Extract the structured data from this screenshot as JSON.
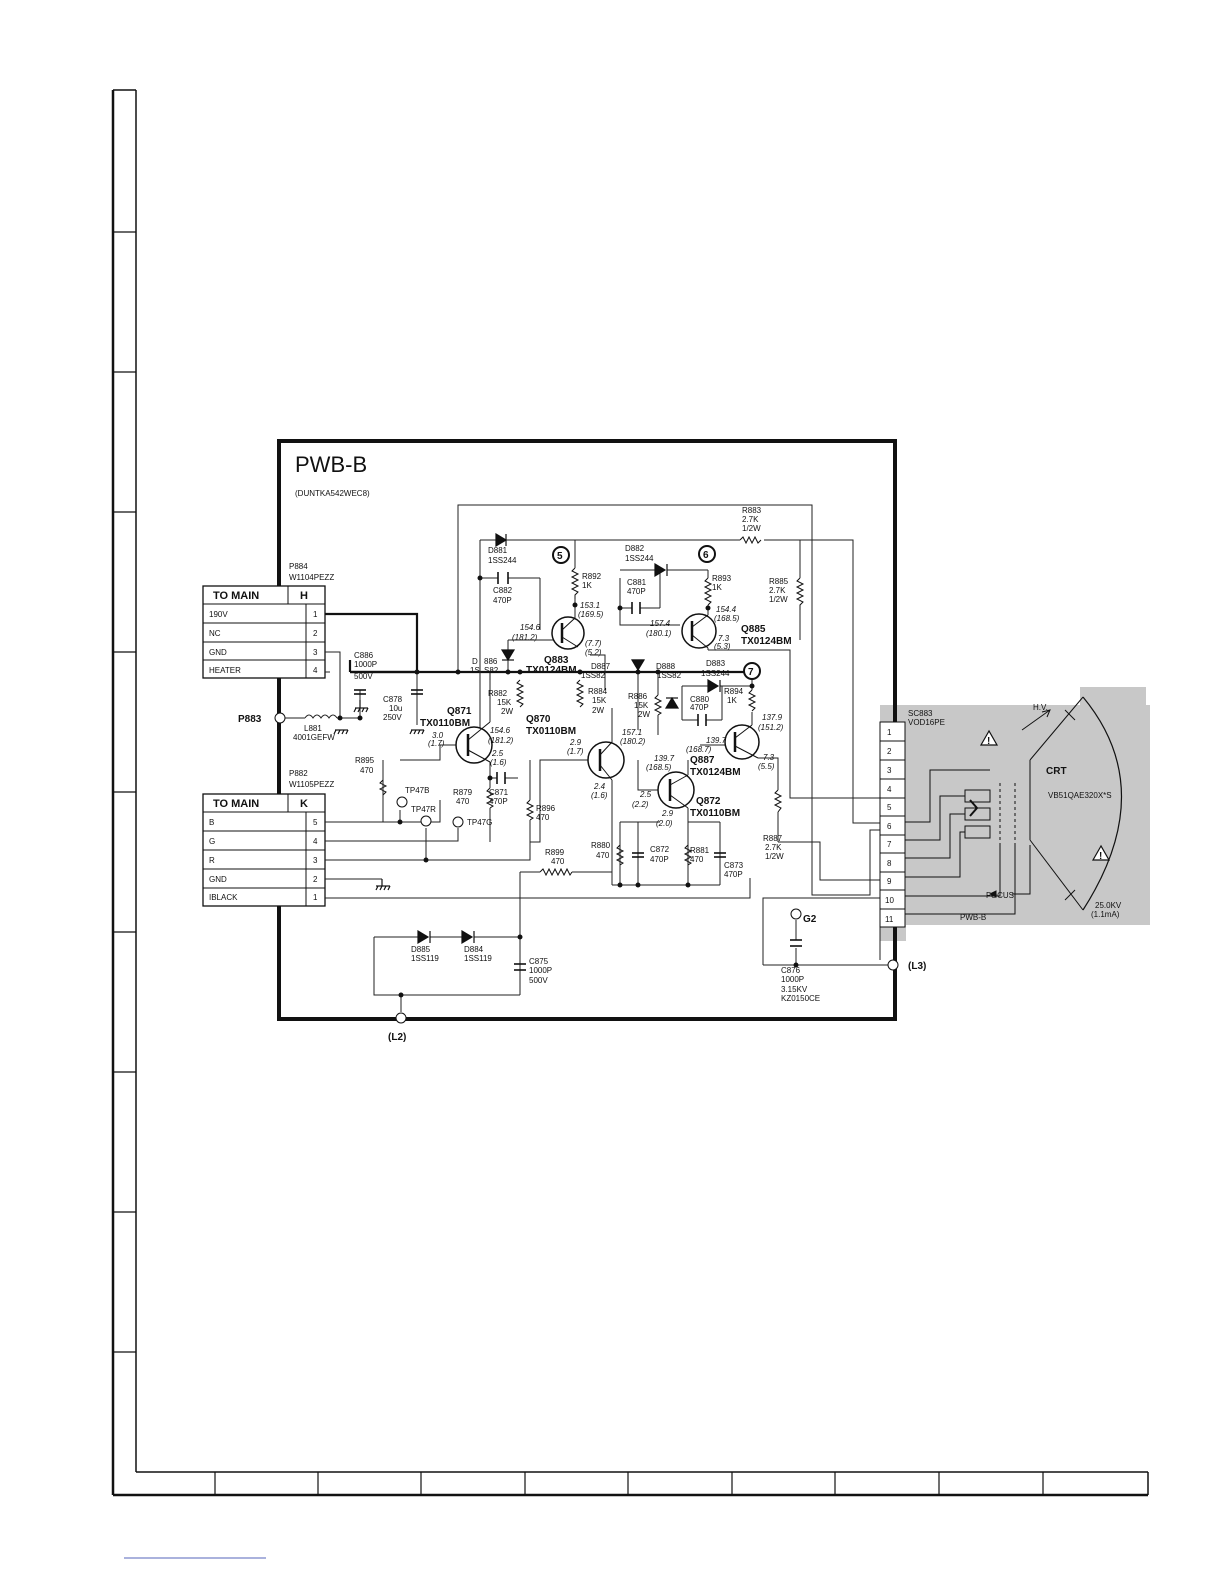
{
  "board": {
    "title": "PWB-B",
    "part_no": "(DUNTKA542WEC8)"
  },
  "connectors": {
    "p884": {
      "ref": "P884",
      "part": "W1104PEZZ",
      "header": "TO MAIN",
      "letter": "H",
      "pins": [
        {
          "name": "190V",
          "num": "1"
        },
        {
          "name": "NC",
          "num": "2"
        },
        {
          "name": "GND",
          "num": "3"
        },
        {
          "name": "HEATER",
          "num": "4"
        }
      ]
    },
    "p882": {
      "ref": "P882",
      "part": "W1105PEZZ",
      "header": "TO MAIN",
      "letter": "K",
      "pins": [
        {
          "name": "B",
          "num": "5"
        },
        {
          "name": "G",
          "num": "4"
        },
        {
          "name": "R",
          "num": "3"
        },
        {
          "name": "GND",
          "num": "2"
        },
        {
          "name": "IBLACK",
          "num": "1"
        }
      ]
    },
    "p883": {
      "ref": "P883"
    }
  },
  "components": {
    "r883": {
      "ref": "R883",
      "v1": "2.7K",
      "v2": "1/2W"
    },
    "d881": {
      "ref": "D881",
      "v1": "1SS244"
    },
    "c882": {
      "ref": "C882",
      "v1": "470P"
    },
    "d882": {
      "ref": "D882",
      "v1": "1SS244"
    },
    "r892": {
      "ref": "R892",
      "v1": "1K"
    },
    "c881": {
      "ref": "C881",
      "v1": "470P"
    },
    "r893": {
      "ref": "R893",
      "v1": "1K"
    },
    "r885": {
      "ref": "R885",
      "v1": "2.7K",
      "v2": "1/2W"
    },
    "c886": {
      "ref": "C886",
      "v1": "1000P",
      "v2": "500V"
    },
    "c878": {
      "ref": "C878",
      "v1": "10u",
      "v2": "250V"
    },
    "l881": {
      "ref": "L881",
      "v1": "4001GEFW"
    },
    "d886": {
      "ref": "D886",
      "v1": "1SS82",
      "a": "D",
      "b": "886",
      "c": "1S",
      "d": "S82"
    },
    "r882": {
      "ref": "R882",
      "v1": "15K",
      "v2": "2W"
    },
    "d887": {
      "ref": "D887",
      "v1": "1SS82"
    },
    "r884": {
      "ref": "R884",
      "v1": "15K",
      "v2": "2W"
    },
    "d888": {
      "ref": "D888",
      "v1": "1SS82"
    },
    "r886": {
      "ref": "R886",
      "v1": "15K",
      "v2": "2W"
    },
    "c880": {
      "ref": "C880",
      "v1": "470P"
    },
    "d883": {
      "ref": "D883",
      "v1": "1SS244"
    },
    "r894": {
      "ref": "R894",
      "v1": "1K"
    },
    "r895": {
      "ref": "R895",
      "v1": "470"
    },
    "r879": {
      "ref": "R879",
      "v1": "470"
    },
    "c871": {
      "ref": "C871",
      "v1": "470P"
    },
    "r896": {
      "ref": "R896",
      "v1": "470"
    },
    "r899": {
      "ref": "R899",
      "v1": "470"
    },
    "r880": {
      "ref": "R880",
      "v1": "470"
    },
    "c872": {
      "ref": "C872",
      "v1": "470P"
    },
    "r881": {
      "ref": "R881",
      "v1": "470"
    },
    "c873": {
      "ref": "C873",
      "v1": "470P"
    },
    "r887": {
      "ref": "R887",
      "v1": "2.7K",
      "v2": "1/2W"
    },
    "d885": {
      "ref": "D885",
      "v1": "1SS119"
    },
    "d884": {
      "ref": "D884",
      "v1": "1SS119"
    },
    "c875": {
      "ref": "C875",
      "v1": "1000P",
      "v2": "500V"
    },
    "c876": {
      "ref": "C876",
      "v1": "1000P",
      "v2": "3.15KV",
      "v3": "KZ0150CE"
    }
  },
  "transistors": {
    "q883": {
      "ref": "Q883",
      "type": "TX0124BM",
      "vb": "154.6",
      "vbp": "(181.2)",
      "ve": "153.1",
      "vep": "(169.5)",
      "vc": "(7.7)",
      "vcp": "(5.2)"
    },
    "q885": {
      "ref": "Q885",
      "type": "TX0124BM",
      "vb": "157.4",
      "vbp": "(180.1)",
      "ve": "154.4",
      "vep": "(168.5)",
      "vc": "7.3",
      "vcp": "(5.3)"
    },
    "q887": {
      "ref": "Q887",
      "type": "TX0124BM",
      "vb": "139.7",
      "vbp": "(168.7)",
      "ve": "137.9",
      "vep": "(151.2)",
      "vc": "7.3",
      "vcp": "(5.5)"
    },
    "q871": {
      "ref": "Q871",
      "type": "TX0110BM",
      "vb": "3.0",
      "vbp": "(1.7)",
      "vc": "154.6",
      "vcp": "(181.2)",
      "ve": "2.5",
      "vep": "(1.6)"
    },
    "q870": {
      "ref": "Q870",
      "type": "TX0110BM",
      "vb": "2.9",
      "vbp": "(1.7)",
      "vc": "157.1",
      "vcp": "(180.2)",
      "ve": "2.4",
      "vep": "(1.6)"
    },
    "q872": {
      "ref": "Q872",
      "type": "TX0110BM",
      "vb": "2.5",
      "vbp": "(2.2)",
      "vc": "139.7",
      "vcp": "(168.5)",
      "ve": "2.9",
      "vep": "(2.0)"
    }
  },
  "test_points": {
    "tp47b": "TP47B",
    "tp47r": "TP47R",
    "tp47g": "TP47G",
    "g2": "G2"
  },
  "markers": {
    "m5": "5",
    "m6": "6",
    "m7": "7",
    "l2": "(L2)",
    "l3": "(L3)"
  },
  "socket": {
    "ref": "SC883",
    "part": "VOD16PE",
    "pins": [
      "1",
      "2",
      "3",
      "4",
      "5",
      "6",
      "7",
      "8",
      "9",
      "10",
      "11"
    ],
    "label": "PWB-B"
  },
  "crt": {
    "label": "CRT",
    "model": "VB51QAE320X*S",
    "hv": "H.V.",
    "focus": "FOCUS",
    "kv": "25.0KV",
    "ma": "(1.1mA)",
    "warning": "!"
  }
}
